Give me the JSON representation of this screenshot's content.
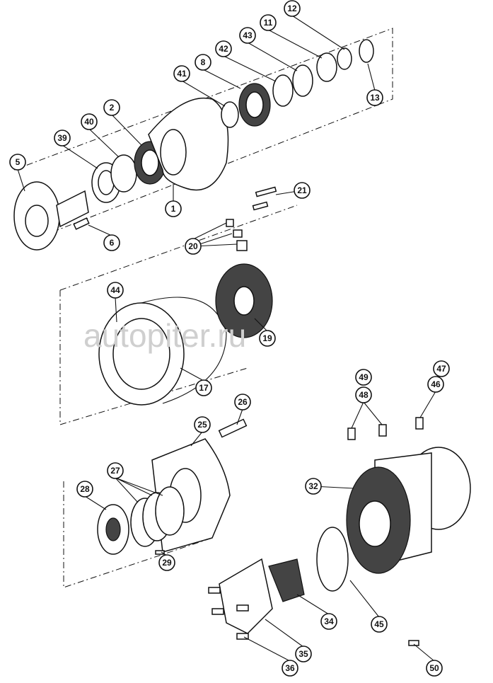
{
  "watermark": "autopiter.ru",
  "callouts": [
    "12",
    "11",
    "43",
    "42",
    "8",
    "41",
    "13",
    "2",
    "40",
    "39",
    "5",
    "21",
    "1",
    "6",
    "20",
    "44",
    "19",
    "17",
    "26",
    "49",
    "48",
    "47",
    "46",
    "25",
    "27",
    "32",
    "28",
    "29",
    "45",
    "34",
    "35",
    "36",
    "50"
  ]
}
